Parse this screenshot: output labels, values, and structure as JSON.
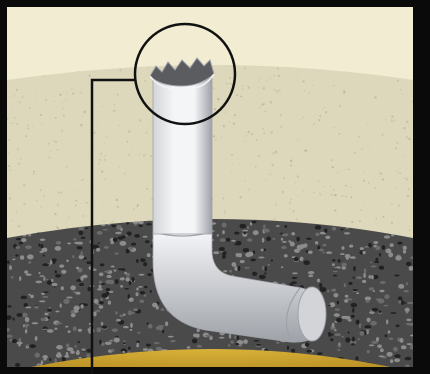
{
  "scene": {
    "description_free": true,
    "layers": [
      "sky",
      "sand",
      "gravel",
      "yellow-base"
    ],
    "colors": {
      "frame": "#0a0a0a",
      "sky": "#f1ecd2",
      "sand": "#ddd8bb",
      "sand_speckle": "#b9b39a",
      "gravel": "#4a4a4a",
      "gravel_light": "#8c8c8c",
      "gravel_dark": "#222222",
      "yellow_base": "#d9b23a",
      "yellow_base_dark": "#b38a1f",
      "pipe_light": "#f4f5f7",
      "pipe_mid": "#d2d4d8",
      "pipe_dark": "#9ea2a8",
      "pipe_inner": "#5a5c60",
      "callout": "#111111"
    },
    "icons": [
      "pipe-illustration",
      "magnifier-callout-circle"
    ]
  }
}
